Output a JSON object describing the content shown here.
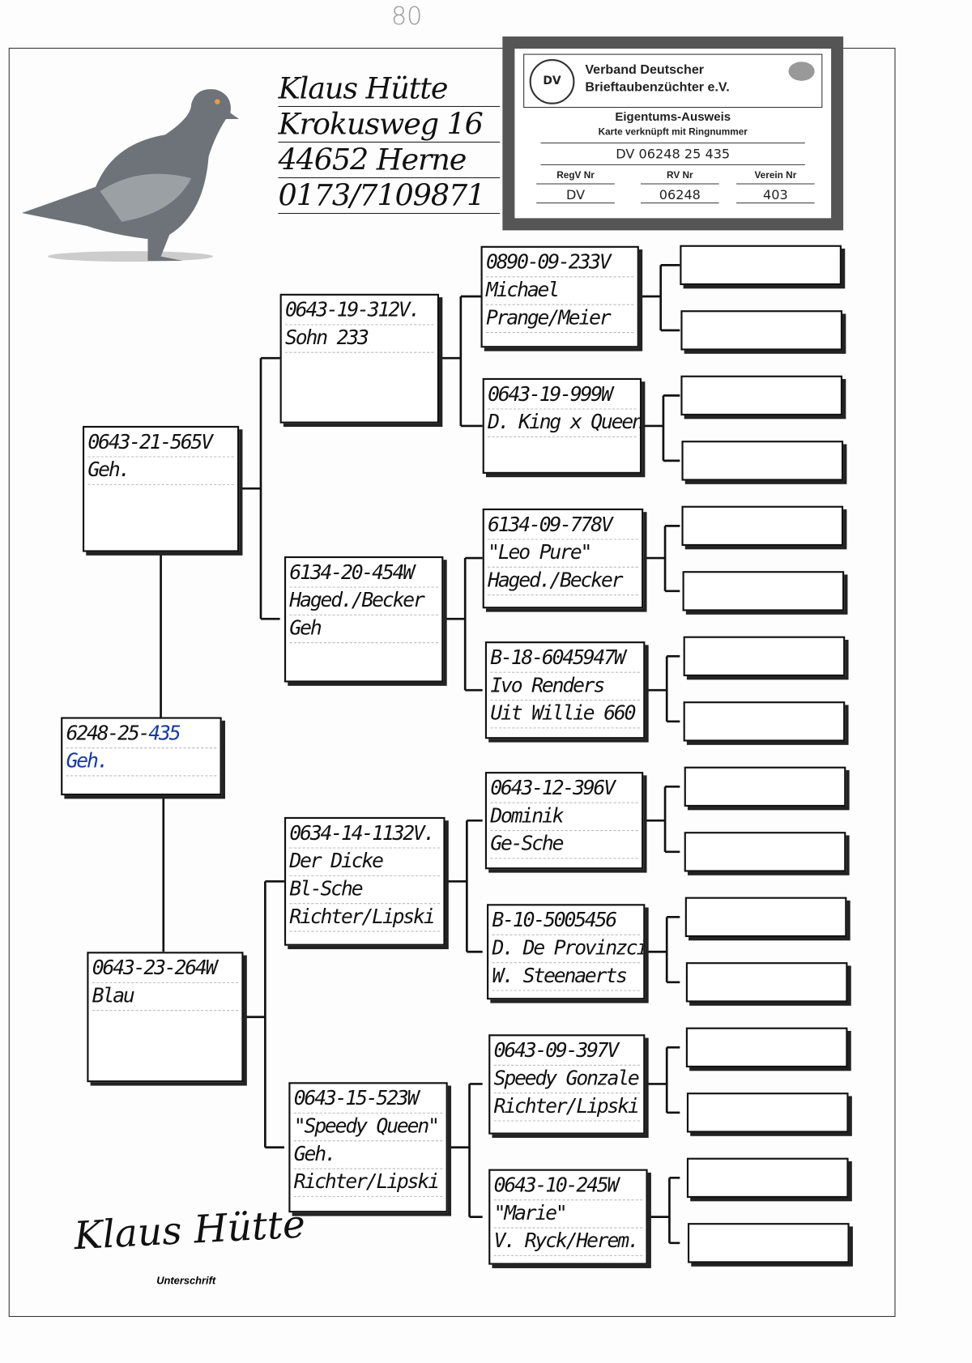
{
  "page_number": "80",
  "owner": {
    "name": "Klaus Hütte",
    "street": "Krokusweg 16",
    "city": "44652 Herne",
    "phone": "0173/7109871"
  },
  "card": {
    "seal_text": "DV",
    "org_line1": "Verband Deutscher",
    "org_line2": "Brieftaubenzüchter e.V.",
    "title": "Eigentums-Ausweis",
    "subtitle": "Karte verknüpft mit Ringnummer",
    "ring_number": "DV 06248 25 435",
    "regv_label": "RegV Nr",
    "regv_value": "DV",
    "rv_label": "RV Nr",
    "rv_value": "06248",
    "verein_label": "Verein Nr",
    "verein_value": "403"
  },
  "subject": {
    "ring_prefix": "6248-25-",
    "ring_suffix": "435",
    "color": "Geh."
  },
  "sire": {
    "lines": [
      "0643-21-565V",
      "Geh."
    ]
  },
  "dam": {
    "lines": [
      "0643-23-264W",
      "Blau"
    ]
  },
  "gen3": [
    {
      "lines": [
        "0643-19-312V.",
        "Sohn 233"
      ]
    },
    {
      "lines": [
        "6134-20-454W",
        "Haged./Becker",
        "Geh"
      ]
    },
    {
      "lines": [
        "0634-14-1132V.",
        "Der Dicke",
        "Bl-Sche",
        "Richter/Lipski"
      ]
    },
    {
      "lines": [
        "0643-15-523W",
        "\"Speedy Queen\"",
        "Geh.",
        "Richter/Lipski"
      ]
    }
  ],
  "gen4": [
    {
      "lines": [
        "0890-09-233V",
        "Michael",
        "Prange/Meier"
      ]
    },
    {
      "lines": [
        "0643-19-999W",
        "D. King x Queen"
      ]
    },
    {
      "lines": [
        "6134-09-778V",
        "\"Leo Pure\"",
        "Haged./Becker"
      ]
    },
    {
      "lines": [
        "B-18-6045947W",
        "Ivo Renders",
        "Uit Willie 660"
      ]
    },
    {
      "lines": [
        "0643-12-396V",
        "Dominik",
        "Ge-Sche"
      ]
    },
    {
      "lines": [
        "B-10-5005456",
        "D. De Provinzcial",
        "W. Steenaerts"
      ]
    },
    {
      "lines": [
        "0643-09-397V",
        "Speedy Gonzale",
        "Richter/Lipski"
      ]
    },
    {
      "lines": [
        "0643-10-245W",
        "\"Marie\"",
        "V. Ryck/Herem."
      ]
    }
  ],
  "signature": "Klaus Hütte",
  "signature_label": "Unterschrift"
}
